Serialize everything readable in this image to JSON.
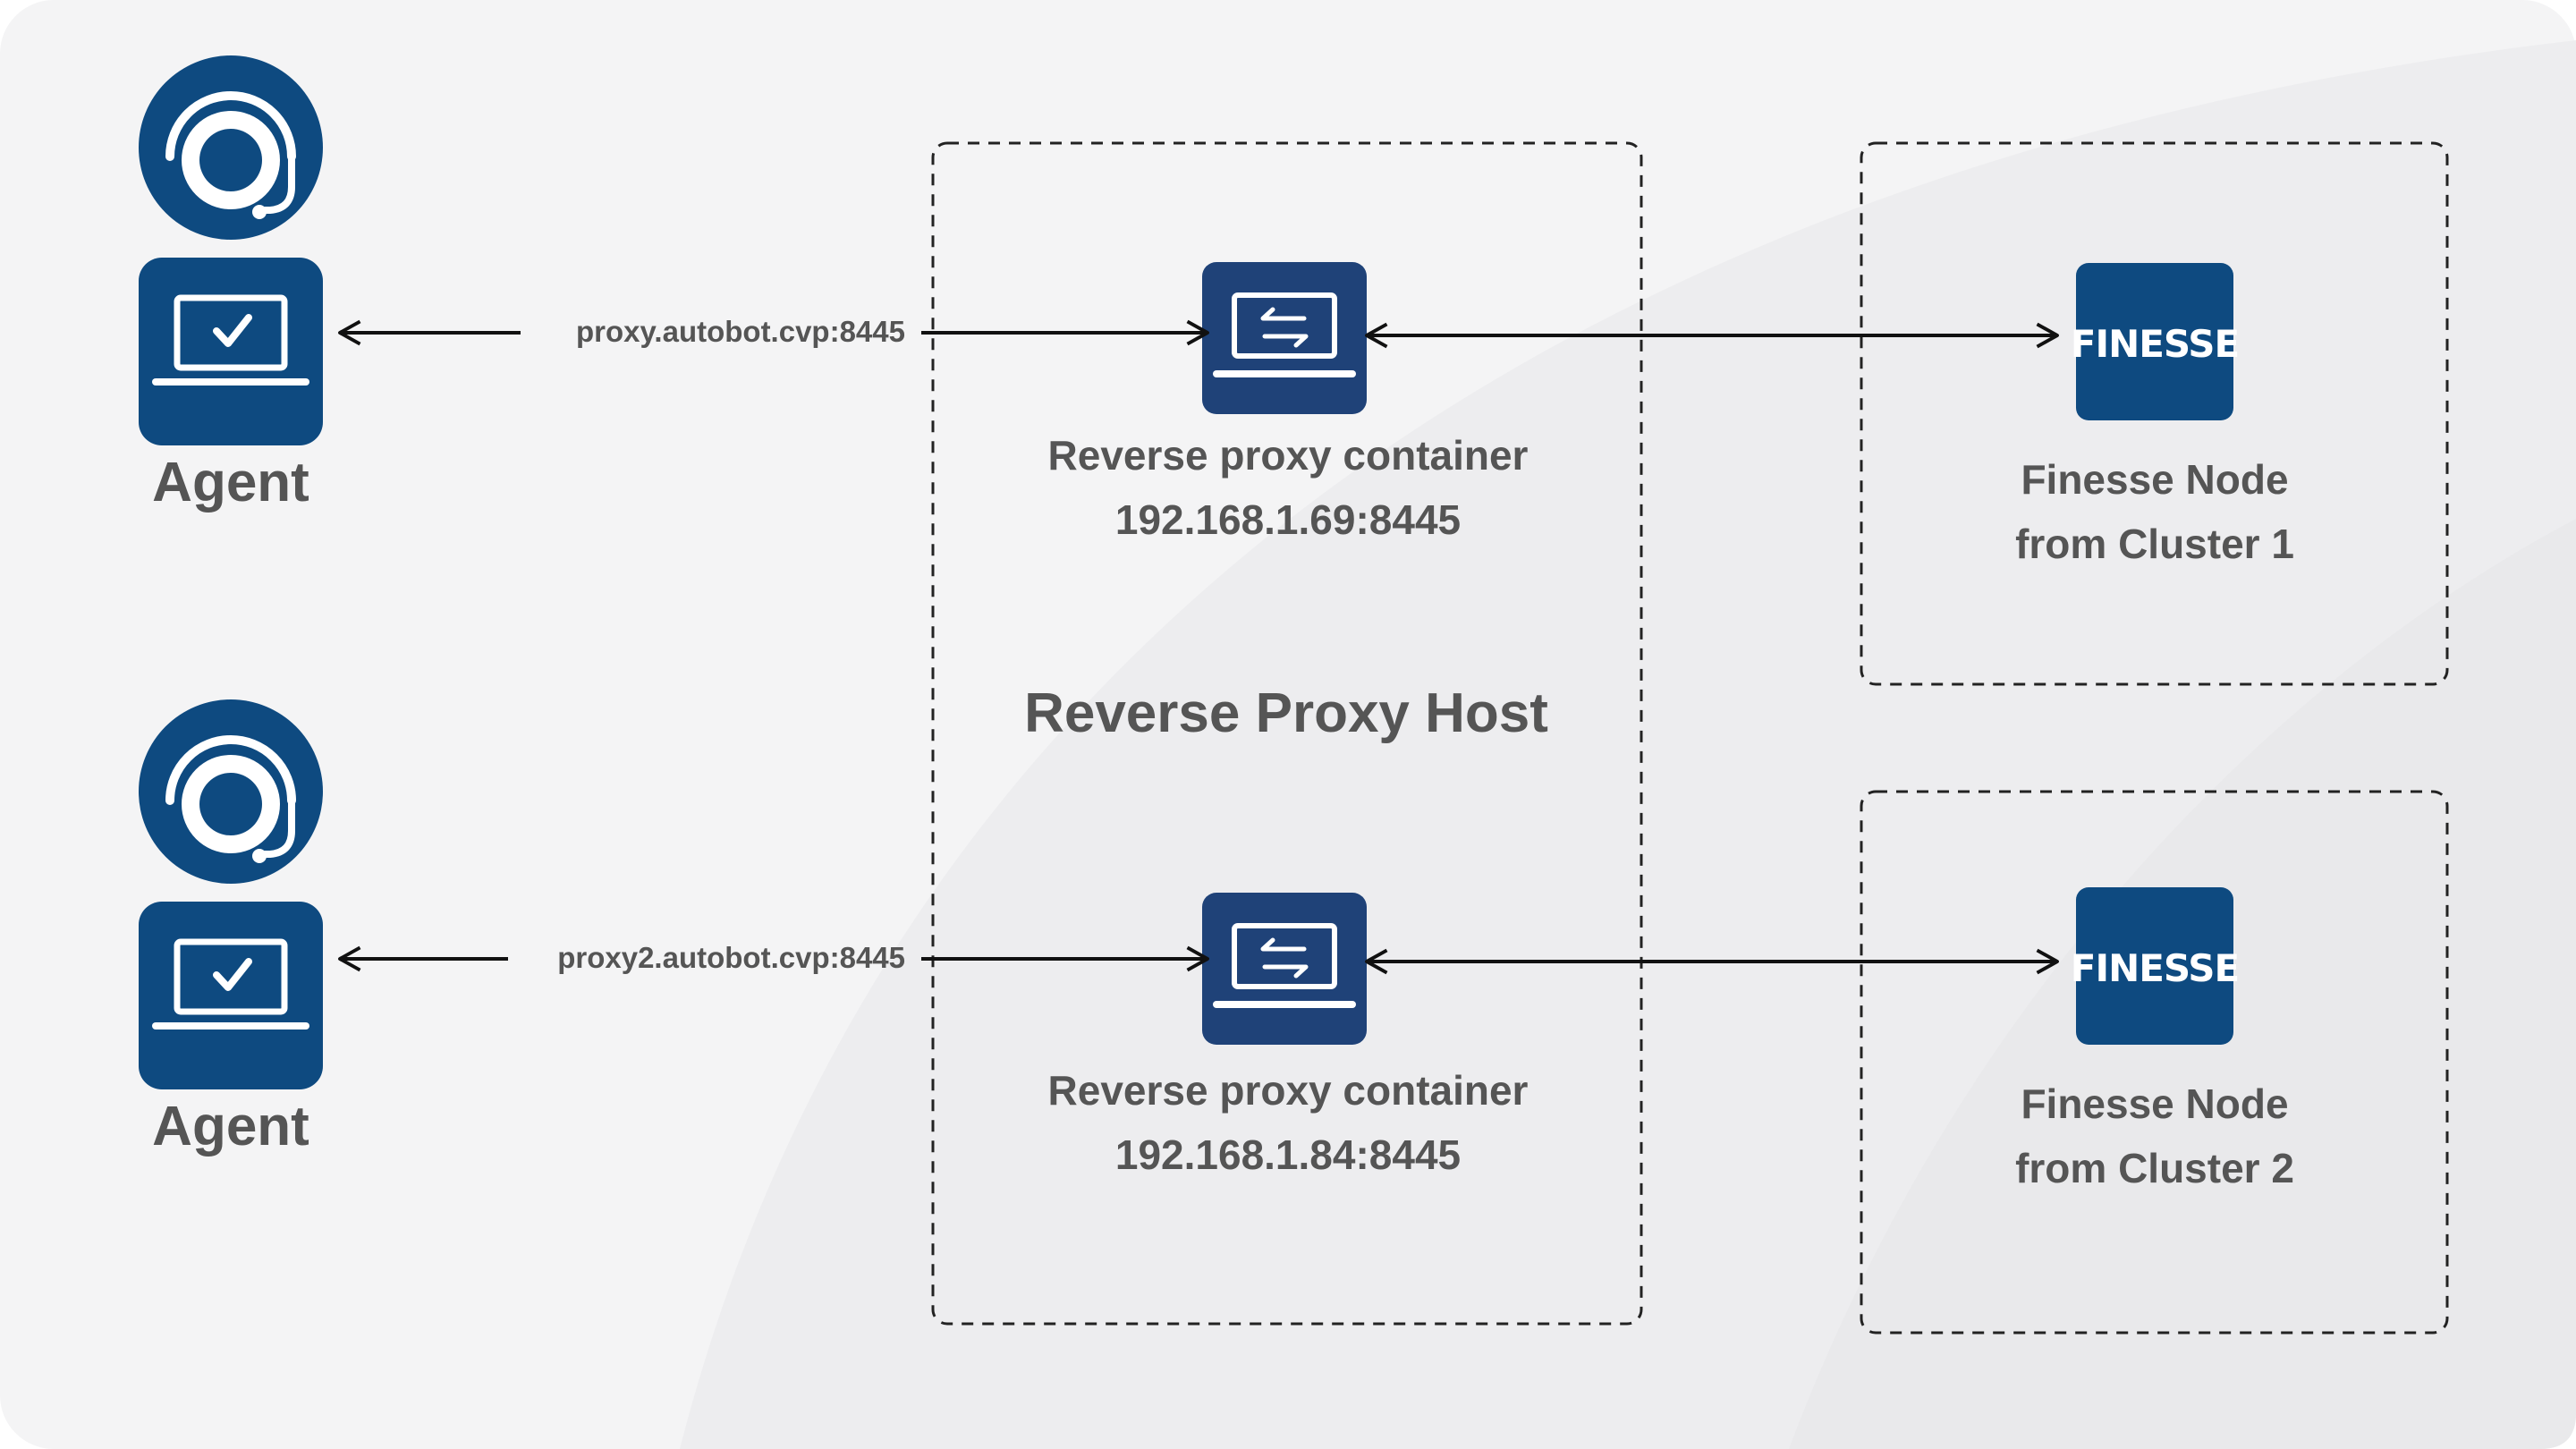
{
  "colors": {
    "icon_blue": "#0e4a80",
    "box_blue": "#1f4278",
    "text_gray": "#555555",
    "background": "#f4f4f5"
  },
  "agents": [
    {
      "label": "Agent",
      "icon": "agent-headset-laptop-icon"
    },
    {
      "label": "Agent",
      "icon": "agent-headset-laptop-icon"
    }
  ],
  "connections": [
    {
      "label": "proxy.autobot.cvp:8445"
    },
    {
      "label": "proxy2.autobot.cvp:8445"
    }
  ],
  "proxy_host": {
    "title": "Reverse Proxy Host",
    "containers": [
      {
        "line1": "Reverse proxy container",
        "line2": "192.168.1.69:8445",
        "icon": "laptop-transfer-icon"
      },
      {
        "line1": "Reverse proxy container",
        "line2": "192.168.1.84:8445",
        "icon": "laptop-transfer-icon"
      }
    ]
  },
  "finesse_nodes": [
    {
      "logo": "FINESSE",
      "line1": "Finesse Node",
      "line2": "from Cluster 1"
    },
    {
      "logo": "FINESSE",
      "line1": "Finesse Node",
      "line2": "from Cluster 2"
    }
  ]
}
